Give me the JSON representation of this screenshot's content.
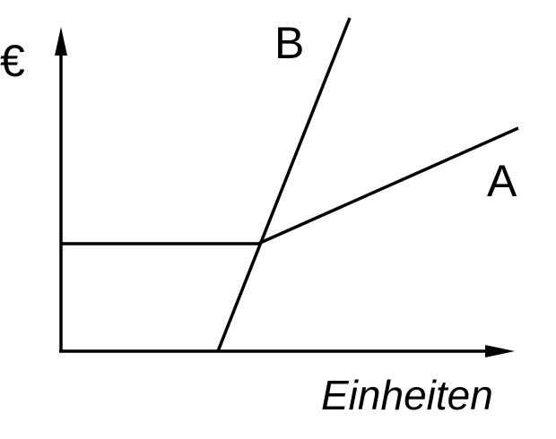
{
  "diagram": {
    "y_axis_label": "€",
    "x_axis_label": "Einheiten",
    "lines": [
      {
        "name": "A"
      },
      {
        "name": "B"
      }
    ]
  }
}
